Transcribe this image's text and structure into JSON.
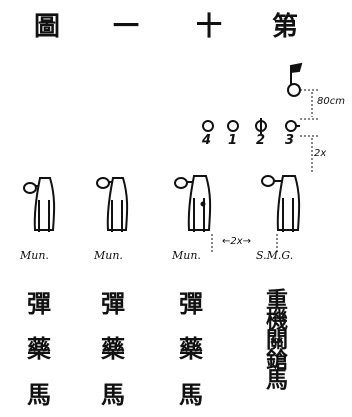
{
  "title": {
    "chars": [
      "圖",
      "一",
      "十",
      "第"
    ]
  },
  "diagram": {
    "flag_distance": "80cm",
    "row_gap": "2x",
    "horse_gap": "←2x→",
    "soldier_numbers": [
      "4",
      "1",
      "2",
      "3"
    ],
    "horse_labels": [
      "Mun.",
      "Mun.",
      "Mun.",
      "S.M.G."
    ],
    "columns": [
      {
        "lines": [
          "彈",
          "藥",
          "馬"
        ]
      },
      {
        "lines": [
          "彈",
          "藥",
          "馬"
        ]
      },
      {
        "lines": [
          "彈",
          "藥",
          "馬"
        ]
      },
      {
        "lines": [
          "重機關鎗馬"
        ]
      }
    ]
  }
}
